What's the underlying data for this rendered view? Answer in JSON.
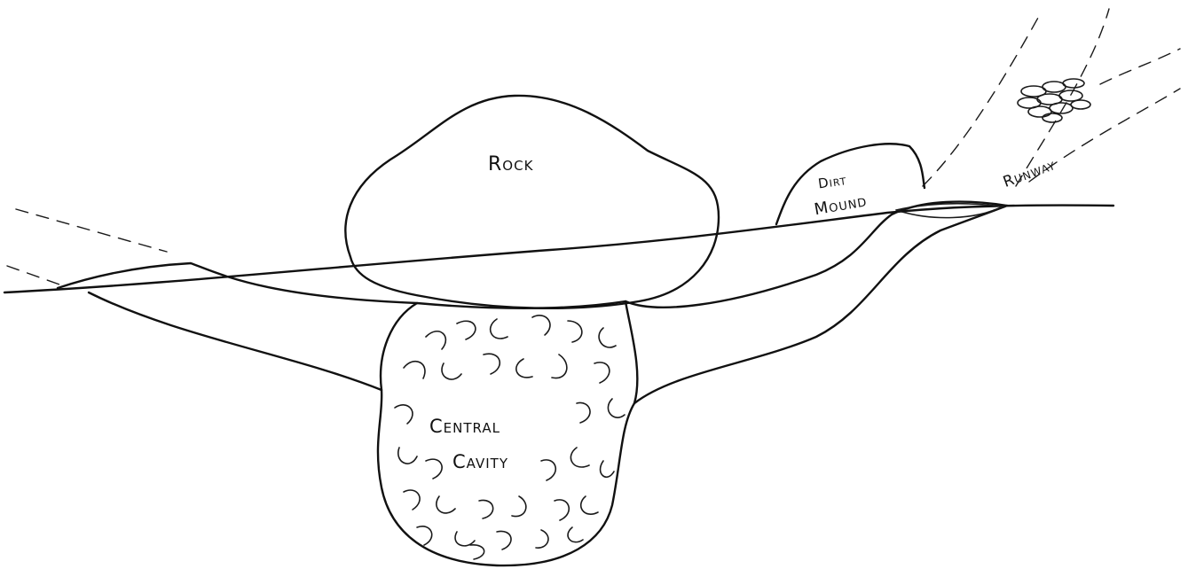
{
  "labels": {
    "rock": "Rock",
    "dirt_line1": "Dirt",
    "dirt_line2": "Mound",
    "runway": "Runway",
    "cavity_line1": "Central",
    "cavity_line2": "Cavity"
  },
  "icons": [
    "rock-outline",
    "dirt-mound-outline",
    "runway-stones",
    "central-cavity-fill"
  ],
  "colors": {
    "ink": "#111111",
    "paper": "#ffffff"
  }
}
